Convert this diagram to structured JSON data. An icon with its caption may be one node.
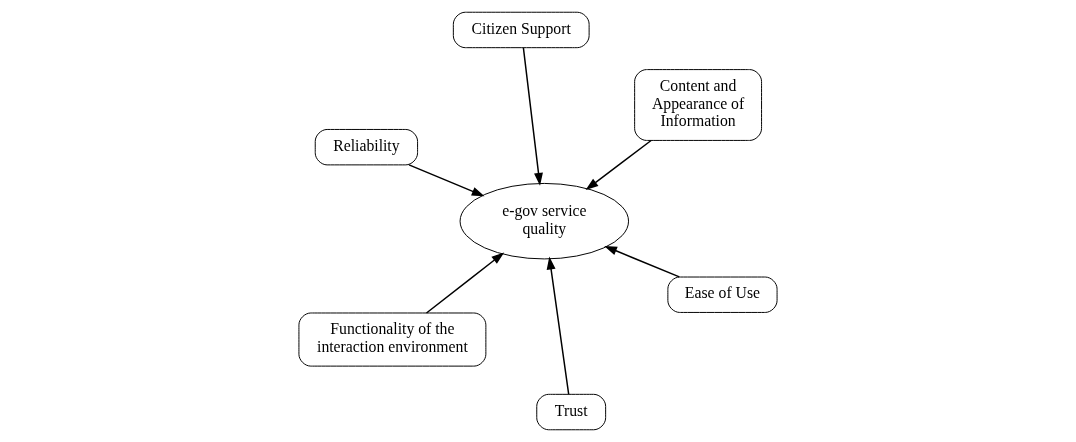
{
  "diagram": {
    "nodes": [
      {
        "text": [
          "Reliability"
        ]
      },
      {
        "text": [
          "Ease of Use"
        ]
      },
      {
        "text": [
          "Trust"
        ]
      },
      {
        "text": [
          "e-gov service quality"
        ]
      },
      {
        "text": [
          "Content and Appearance of Information"
        ]
      },
      {
        "text": [
          "Citizen Support"
        ]
      },
      {
        "text": [
          "Functionality of the interaction environment"
        ]
      }
    ],
    "edges": [
      {
        "from": 0,
        "to": 3,
        "arrow": "to"
      },
      {
        "from": 1,
        "to": 3,
        "arrow": "to"
      },
      {
        "from": 2,
        "to": 3,
        "arrow": "to"
      },
      {
        "from": 4,
        "to": 3,
        "arrow": "to"
      },
      {
        "from": 5,
        "to": 3,
        "arrow": "to"
      },
      {
        "from": 6,
        "to": 3,
        "arrow": "to"
      }
    ]
  }
}
